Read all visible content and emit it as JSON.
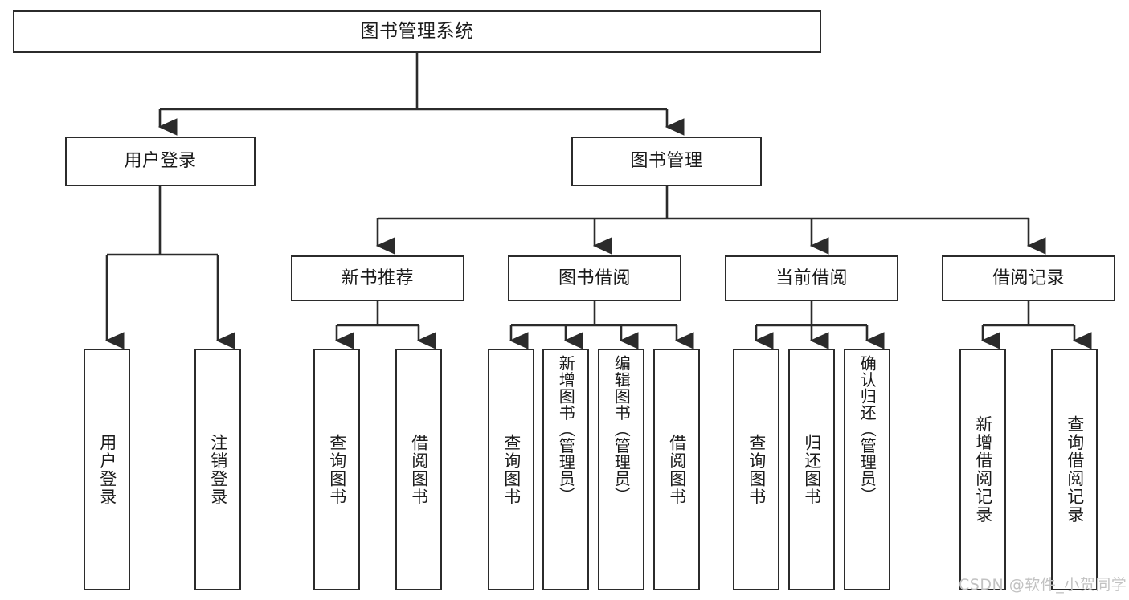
{
  "diagram": {
    "title": "图书管理系统",
    "type": "tree-hierarchy-chart",
    "root": {
      "id": "root",
      "label": "图书管理系统"
    },
    "level2": [
      {
        "id": "user-login",
        "label": "用户登录"
      },
      {
        "id": "book-manage",
        "label": "图书管理"
      }
    ],
    "level3": [
      {
        "id": "new-book-rec",
        "label": "新书推荐"
      },
      {
        "id": "book-borrow",
        "label": "图书借阅"
      },
      {
        "id": "current-borrow",
        "label": "当前借阅"
      },
      {
        "id": "borrow-record",
        "label": "借阅记录"
      }
    ],
    "leaves": [
      {
        "id": "leaf-user-login",
        "label": "用户登录",
        "parent": "user-login"
      },
      {
        "id": "leaf-user-logout",
        "label": "注销登录",
        "parent": "user-login"
      },
      {
        "id": "leaf-query-book-1",
        "label": "查询图书",
        "parent": "new-book-rec"
      },
      {
        "id": "leaf-borrow-book-1",
        "label": "借阅图书",
        "parent": "new-book-rec"
      },
      {
        "id": "leaf-query-book-2",
        "label": "查询图书",
        "parent": "book-borrow"
      },
      {
        "id": "leaf-add-book",
        "label": "新增图书（管理员）",
        "parent": "book-borrow"
      },
      {
        "id": "leaf-edit-book",
        "label": "编辑图书（管理员）",
        "parent": "book-borrow"
      },
      {
        "id": "leaf-borrow-book-2",
        "label": "借阅图书",
        "parent": "book-borrow"
      },
      {
        "id": "leaf-query-book-3",
        "label": "查询图书",
        "parent": "current-borrow"
      },
      {
        "id": "leaf-return-book",
        "label": "归还图书",
        "parent": "current-borrow"
      },
      {
        "id": "leaf-confirm-return",
        "label": "确认归还（管理员）",
        "parent": "current-borrow"
      },
      {
        "id": "leaf-add-record",
        "label": "新增借阅记录",
        "parent": "borrow-record"
      },
      {
        "id": "leaf-query-record",
        "label": "查询借阅记录",
        "parent": "borrow-record"
      }
    ],
    "colors": {
      "stroke": "#2b2b2b",
      "fill": "#ffffff",
      "text": "#1b1b1b",
      "watermark": "#c2c2c2"
    }
  },
  "watermark": {
    "text": "CSDN @软件_小贺同学"
  }
}
